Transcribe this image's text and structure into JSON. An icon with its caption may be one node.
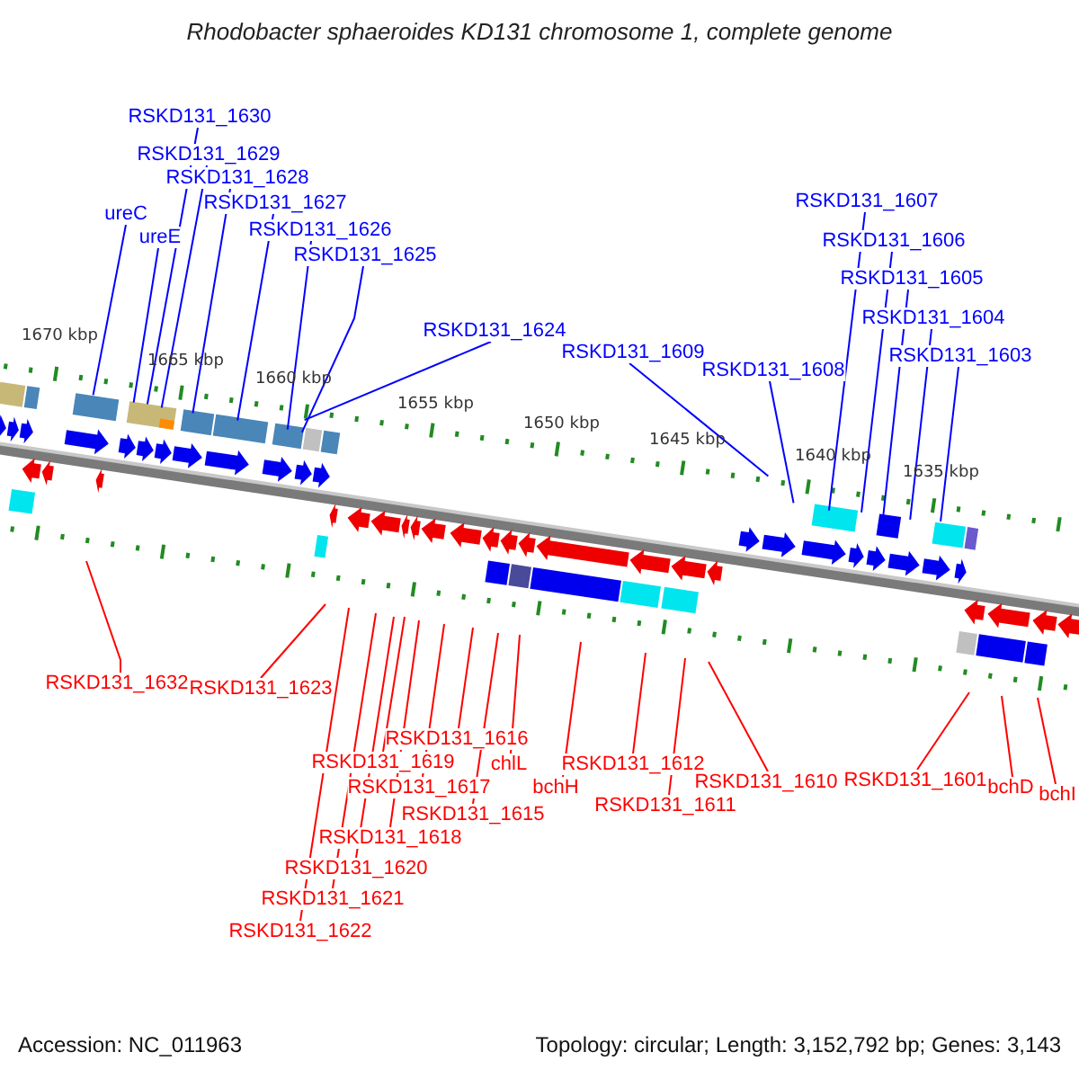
{
  "diagram": {
    "title": "Rhodobacter sphaeroides KD131 chromosome 1, complete genome",
    "nodes": [
      {
        "text": [
          "RSKD131_1630"
        ]
      },
      {
        "text": [
          "RSKD131_1629"
        ]
      },
      {
        "text": [
          "RSKD131_1628"
        ]
      },
      {
        "text": [
          "RSKD131_1627"
        ]
      },
      {
        "text": [
          "RSKD131_1607"
        ]
      },
      {
        "text": [
          "ureC"
        ]
      },
      {
        "text": [
          "RSKD131_1626"
        ]
      },
      {
        "text": [
          "ureE"
        ]
      },
      {
        "text": [
          "RSKD131_1606"
        ]
      },
      {
        "text": [
          "RSKD131_1625"
        ]
      },
      {
        "text": [
          "RSKD131_1605"
        ]
      },
      {
        "text": [
          "RSKD131_1604"
        ]
      },
      {
        "text": [
          "RSKD131_1624"
        ]
      },
      {
        "text": [
          "RSKD131_1609"
        ]
      },
      {
        "text": [
          "RSKD131_1603"
        ]
      },
      {
        "text": [
          "RSKD131_1608"
        ]
      },
      {
        "text": [
          "RSKD131_1632"
        ]
      },
      {
        "text": [
          "RSKD131_1623"
        ]
      },
      {
        "text": [
          "RSKD131_1616"
        ]
      },
      {
        "text": [
          "RSKD131_1619"
        ]
      },
      {
        "text": [
          "chlL"
        ]
      },
      {
        "text": [
          "RSKD131_1612"
        ]
      },
      {
        "text": [
          "RSKD131_1601"
        ]
      },
      {
        "text": [
          "RSKD131_1610"
        ]
      },
      {
        "text": [
          "RSKD131_1617"
        ]
      },
      {
        "text": [
          "bchH"
        ]
      },
      {
        "text": [
          "bchD"
        ]
      },
      {
        "text": [
          "bchI"
        ]
      },
      {
        "text": [
          "RSKD131_1611"
        ]
      },
      {
        "text": [
          "RSKD131_1615"
        ]
      },
      {
        "text": [
          "RSKD131_1618"
        ]
      },
      {
        "text": [
          "RSKD131_1620"
        ]
      },
      {
        "text": [
          "RSKD131_1621"
        ]
      },
      {
        "text": [
          "RSKD131_1622"
        ]
      }
    ],
    "edges": [
      {
        "from": 0,
        "to": null,
        "arrow": "none",
        "color": "#0000ff"
      },
      {
        "from": 1,
        "to": null,
        "arrow": "none",
        "color": "#0000ff"
      },
      {
        "from": 2,
        "to": null,
        "arrow": "none",
        "color": "#0000ff"
      },
      {
        "from": 3,
        "to": null,
        "arrow": "none",
        "color": "#0000ff"
      },
      {
        "from": 4,
        "to": null,
        "arrow": "none",
        "color": "#0000ff"
      },
      {
        "from": 5,
        "to": null,
        "arrow": "none",
        "color": "#0000ff"
      },
      {
        "from": 6,
        "to": null,
        "arrow": "none",
        "color": "#0000ff"
      },
      {
        "from": 7,
        "to": null,
        "arrow": "none",
        "color": "#0000ff"
      },
      {
        "from": 8,
        "to": null,
        "arrow": "none",
        "color": "#0000ff"
      },
      {
        "from": 9,
        "to": null,
        "arrow": "none",
        "color": "#0000ff"
      },
      {
        "from": 10,
        "to": null,
        "arrow": "none",
        "color": "#0000ff"
      },
      {
        "from": 11,
        "to": null,
        "arrow": "none",
        "color": "#0000ff"
      },
      {
        "from": 12,
        "to": null,
        "arrow": "none",
        "color": "#0000ff"
      },
      {
        "from": 13,
        "to": null,
        "arrow": "none",
        "color": "#0000ff"
      },
      {
        "from": 14,
        "to": null,
        "arrow": "none",
        "color": "#0000ff"
      },
      {
        "from": 15,
        "to": null,
        "arrow": "none",
        "color": "#0000ff"
      },
      {
        "from": 16,
        "to": null,
        "arrow": "none"
      },
      {
        "from": 17,
        "to": null,
        "arrow": "none"
      },
      {
        "from": 18,
        "to": null,
        "arrow": "none"
      },
      {
        "from": 19,
        "to": null,
        "arrow": "none"
      },
      {
        "from": 20,
        "to": null,
        "arrow": "none"
      },
      {
        "from": 21,
        "to": null,
        "arrow": "none"
      },
      {
        "from": 22,
        "to": null,
        "arrow": "none"
      },
      {
        "from": 23,
        "to": null,
        "arrow": "none"
      },
      {
        "from": 24,
        "to": null,
        "arrow": "none"
      },
      {
        "from": 25,
        "to": null,
        "arrow": "none"
      },
      {
        "from": 26,
        "to": null,
        "arrow": "none"
      },
      {
        "from": 27,
        "to": null,
        "arrow": "none"
      },
      {
        "from": 28,
        "to": null,
        "arrow": "none"
      },
      {
        "from": 29,
        "to": null,
        "arrow": "none"
      },
      {
        "from": 30,
        "to": null,
        "arrow": "none"
      },
      {
        "from": 31,
        "to": null,
        "arrow": "none"
      },
      {
        "from": 32,
        "to": null,
        "arrow": "none"
      },
      {
        "from": 33,
        "to": null,
        "arrow": "none"
      }
    ],
    "labels": [
      "1670 kbp",
      "1665 kbp",
      "1660 kbp",
      "1655 kbp",
      "1650 kbp",
      "1645 kbp",
      "1640 kbp",
      "1635 kbp",
      "Accession: NC_011963",
      "Topology: circular; Length: 3,152,792 bp; Genes: 3,143"
    ]
  }
}
